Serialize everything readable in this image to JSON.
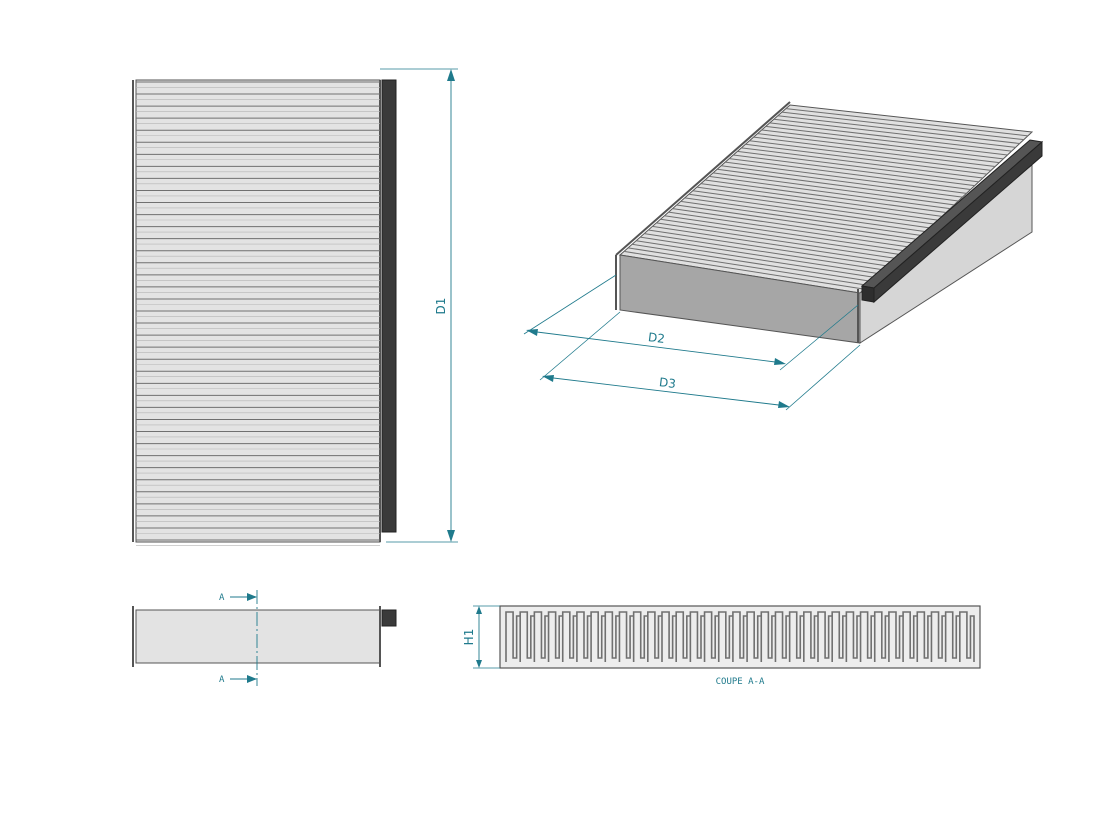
{
  "labels": {
    "d1": "D1",
    "d2": "D2",
    "d3": "D3",
    "h1": "H1",
    "section_top": "A",
    "section_bottom": "A",
    "section_title": "COUPE A-A"
  },
  "colors": {
    "dimension": "#1f7a8c",
    "outline": "#555555",
    "filter_body": "#e3e3e3",
    "seal": "#3a3a3a",
    "side_face": "#a6a6a6",
    "front_face": "#d6d6d6",
    "pleat_line": "#707070"
  },
  "counts": {
    "front_pleats": 38,
    "iso_pleats": 42,
    "section_pleats": 33
  }
}
